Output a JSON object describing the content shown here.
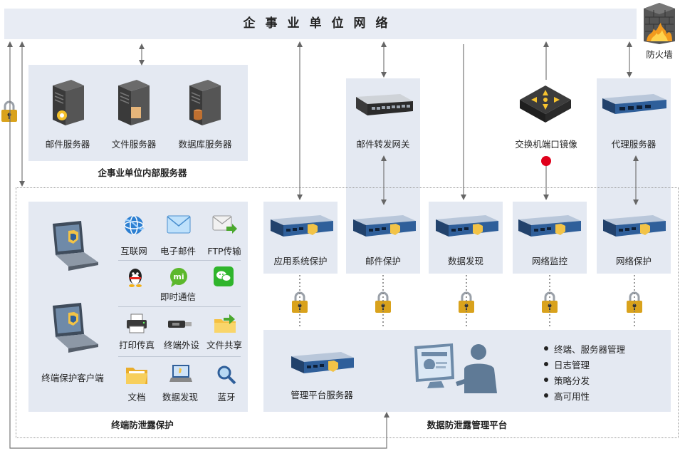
{
  "network": {
    "title": "企事业单位网络"
  },
  "firewall": {
    "label": "防火墙"
  },
  "internal_servers": {
    "title": "企事业单位内部服务器",
    "servers": [
      {
        "label": "邮件服务器",
        "icon": "mail-server-icon"
      },
      {
        "label": "文件服务器",
        "icon": "file-server-icon"
      },
      {
        "label": "数据库服务器",
        "icon": "database-server-icon"
      }
    ]
  },
  "gateways": [
    {
      "label": "邮件转发网关",
      "icon": "switch-icon"
    },
    {
      "label": "交换机端口镜像",
      "icon": "router-icon"
    },
    {
      "label": "代理服务器",
      "icon": "proxy-server-icon"
    }
  ],
  "protection_devices": [
    {
      "label": "应用系统保护"
    },
    {
      "label": "邮件保护"
    },
    {
      "label": "数据发现"
    },
    {
      "label": "网络监控"
    },
    {
      "label": "网络保护"
    }
  ],
  "endpoint": {
    "title": "终端防泄露保护",
    "client_label": "终端保护客户端",
    "channels": [
      {
        "label": "互联网",
        "icon": "globe-icon"
      },
      {
        "label": "电子邮件",
        "icon": "envelope-icon"
      },
      {
        "label": "FTP传输",
        "icon": "ftp-icon"
      },
      {
        "label": "即时通信",
        "icon": "im-icon"
      },
      {
        "label": "打印传真",
        "icon": "printer-icon"
      },
      {
        "label": "终端外设",
        "icon": "usb-icon"
      },
      {
        "label": "文件共享",
        "icon": "folder-share-icon"
      },
      {
        "label": "文档",
        "icon": "folder-icon"
      },
      {
        "label": "数据发现",
        "icon": "data-discovery-icon"
      },
      {
        "label": "蓝牙",
        "icon": "bluetooth-icon"
      }
    ]
  },
  "management": {
    "title": "数据防泄露管理平台",
    "server_label": "管理平台服务器",
    "features": [
      "终端、服务器管理",
      "日志管理",
      "策略分发",
      "高可用性"
    ]
  },
  "colors": {
    "panel": "#e4e9f2",
    "device_blue": "#2f5f9a",
    "lock_gold": "#d9a21c",
    "mirror_dot": "#e0001b"
  }
}
